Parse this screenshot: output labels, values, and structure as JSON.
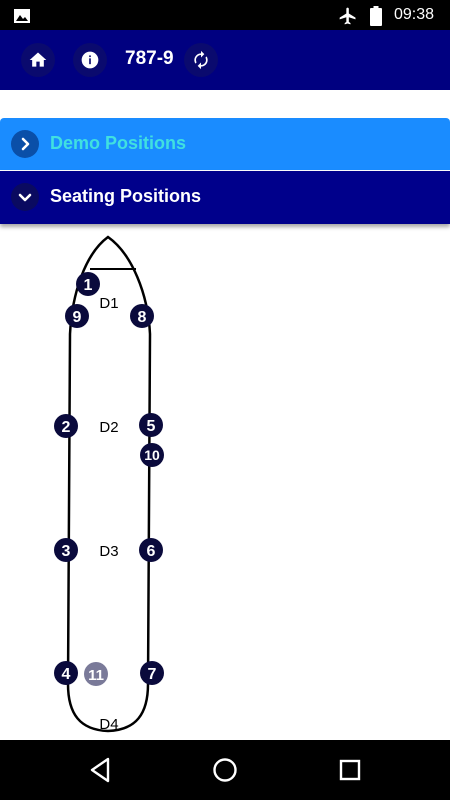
{
  "status_bar": {
    "time": "09:38",
    "icons": [
      "image-icon",
      "airplane-mode-icon",
      "battery-icon"
    ]
  },
  "app_bar": {
    "title": "787-9",
    "buttons": [
      "home-icon",
      "info-icon",
      "refresh-icon"
    ]
  },
  "panels": [
    {
      "title": "Demo Positions",
      "state": "collapsed"
    },
    {
      "title": "Seating Positions",
      "state": "expanded"
    }
  ],
  "seating_diagram": {
    "doors": [
      "D1",
      "D2",
      "D3",
      "D4"
    ],
    "positions": [
      "1",
      "9",
      "8",
      "2",
      "5",
      "10",
      "3",
      "6",
      "4",
      "11",
      "7"
    ],
    "active_color": "#0a0a3c",
    "inactive_color": "#7a7a99"
  },
  "nav_bar": {
    "buttons": [
      "back-icon",
      "home-circle-icon",
      "recents-icon"
    ]
  }
}
